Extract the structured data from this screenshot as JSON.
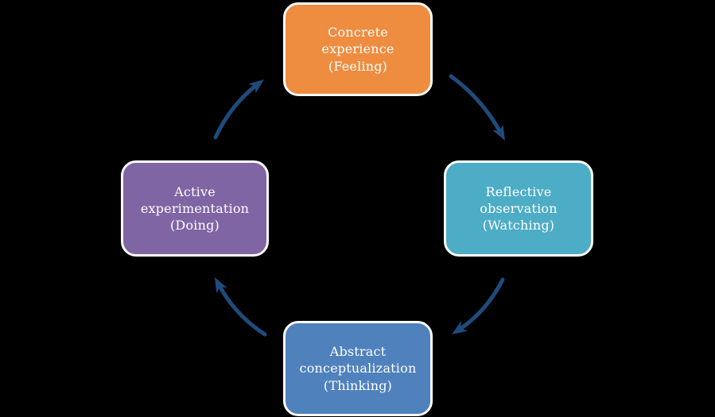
{
  "diagram": {
    "background": "#000000",
    "border_color": "#FFFFFF",
    "text_color": "#FFFFFF",
    "arrow_color": "#1F4B7C",
    "nodes": [
      {
        "id": "concrete-experience",
        "position": "top",
        "fill": "#EE8C40",
        "lines": [
          "Concrete",
          "experience",
          "(Feeling)"
        ]
      },
      {
        "id": "reflective-observation",
        "position": "right",
        "fill": "#4DACC6",
        "lines": [
          "Reflective",
          "observation",
          "(Watching)"
        ]
      },
      {
        "id": "abstract-conceptualization",
        "position": "bottom",
        "fill": "#4F81BD",
        "lines": [
          "Abstract",
          "conceptualization",
          "(Thinking)"
        ]
      },
      {
        "id": "active-experimentation",
        "position": "left",
        "fill": "#8065A5",
        "lines": [
          "Active",
          "experimentation",
          "(Doing)"
        ]
      }
    ],
    "arrows": [
      {
        "from": "concrete-experience",
        "to": "reflective-observation"
      },
      {
        "from": "reflective-observation",
        "to": "abstract-conceptualization"
      },
      {
        "from": "abstract-conceptualization",
        "to": "active-experimentation"
      },
      {
        "from": "active-experimentation",
        "to": "concrete-experience"
      }
    ]
  }
}
